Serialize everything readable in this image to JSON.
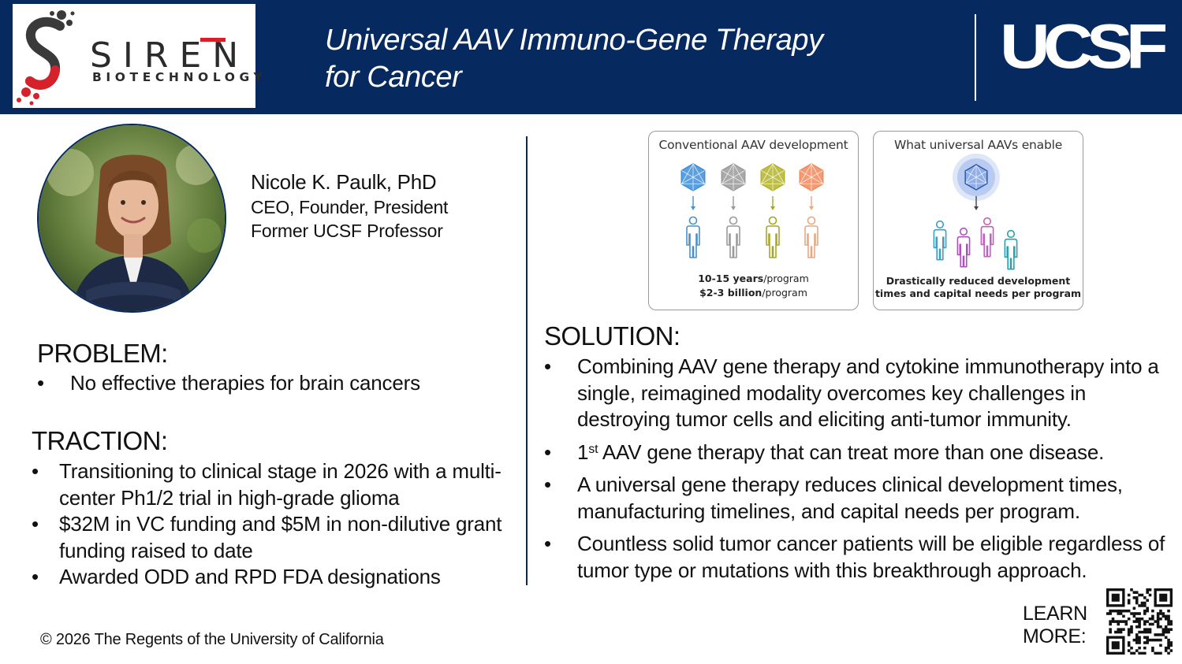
{
  "header": {
    "logo_name": "SIREN",
    "logo_sub": "BIOTECHNOLOGY",
    "title_line1": "Universal AAV Immuno-Gene Therapy",
    "title_line2": "for Cancer",
    "partner_logo": "UCSF"
  },
  "person": {
    "name": "Nicole K. Paulk, PhD",
    "role": "CEO, Founder, President",
    "former": "Former UCSF Professor"
  },
  "problem": {
    "heading": "PROBLEM:",
    "items": [
      "No effective therapies for brain cancers"
    ]
  },
  "traction": {
    "heading": "TRACTION:",
    "items": [
      "Transitioning to clinical stage in 2026 with a multi-center Ph1/2 trial in high-grade glioma",
      "$32M in VC funding and $5M in non-dilutive grant funding raised to date",
      "Awarded ODD and RPD FDA designations"
    ]
  },
  "figure": {
    "left": {
      "title": "Conventional AAV development",
      "caption1_bold": "10-15 years",
      "caption1_rest": "/program",
      "caption2_bold": "$2-3 billion",
      "caption2_rest": "/program",
      "capsid_colors": [
        "#3f8ed8",
        "#9a9a9a",
        "#b3b32a",
        "#f08a5d"
      ],
      "person_colors": [
        "#4a90c8",
        "#9a9a9a",
        "#a6a62a",
        "#e8a882"
      ]
    },
    "right": {
      "title": "What universal AAVs enable",
      "caption_line1": "Drastically reduced development",
      "caption_line2": "times and capital needs per program",
      "capsid_color": "#4a78d8",
      "person_colors": [
        "#3aa0c8",
        "#b050c0",
        "#c060c0",
        "#2aa0b0"
      ]
    }
  },
  "solution": {
    "heading": "SOLUTION:",
    "item1": "Combining AAV gene therapy and cytokine immunotherapy into a single, reimagined modality overcomes key challenges in destroying tumor cells and eliciting anti-tumor immunity.",
    "item2_num": "1",
    "item2_sup": "st",
    "item2_rest": " AAV gene therapy that can treat more than one disease.",
    "item3": "A universal gene therapy reduces clinical development times, manufacturing timelines, and capital needs per program.",
    "item4": "Countless solid tumor cancer patients will be eligible regardless of tumor type or mutations with this breakthrough approach."
  },
  "learn_more": {
    "line1": "LEARN",
    "line2": "MORE:"
  },
  "footer": {
    "copyright": "© 2026 The Regents of the University of California"
  },
  "colors": {
    "navy": "#062a60",
    "siren_red": "#d6202a"
  }
}
